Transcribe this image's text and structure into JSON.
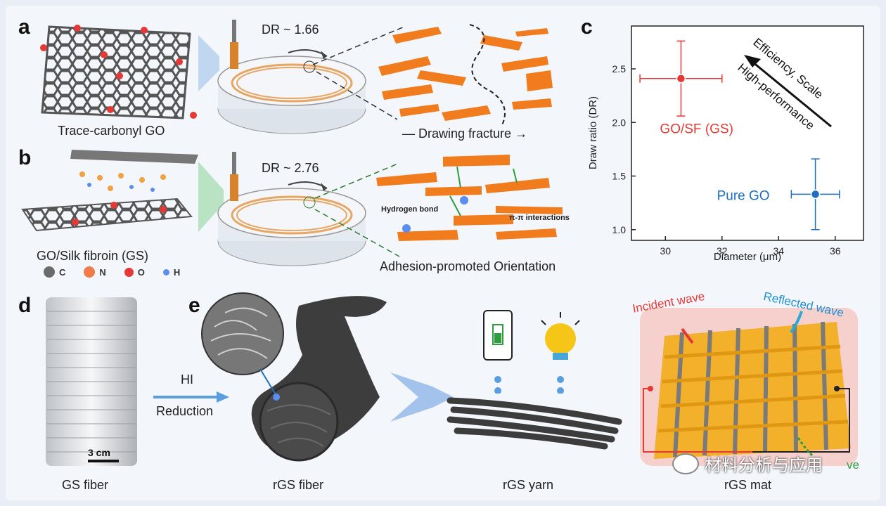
{
  "panels": {
    "a": {
      "letter": "a",
      "caption": "Trace-carbonyl GO",
      "dr_label": "DR ~ 1.66",
      "fracture_label": "Drawing fracture"
    },
    "b": {
      "letter": "b",
      "caption": "GO/Silk fibroin (GS)",
      "dr_label": "DR ~ 2.76",
      "hydrogen_bond": "Hydrogen bond",
      "pi_interactions": "π-π interactions",
      "orientation_label": "Adhesion-promoted Orientation"
    },
    "c": {
      "letter": "c"
    },
    "d": {
      "letter": "d",
      "caption": "GS fiber",
      "scale_bar": "3 cm"
    },
    "e": {
      "letter": "e",
      "arrow_top": "HI",
      "arrow_bottom": "Reduction",
      "fiber_caption": "rGS fiber",
      "yarn_caption": "rGS yarn",
      "mat_caption": "rGS mat",
      "incident_wave": "Incident wave",
      "reflected_wave": "Reflected wave",
      "partial_wave": "ve"
    }
  },
  "atom_legend": [
    {
      "symbol": "C",
      "color": "#6b6b6b"
    },
    {
      "symbol": "N",
      "color": "#f07a4a"
    },
    {
      "symbol": "O",
      "color": "#e53935"
    },
    {
      "symbol": "H",
      "color": "#5b8def"
    }
  ],
  "watermark": "材料分析与应用",
  "chart_data": {
    "type": "scatter",
    "xlabel": "Diameter (μm)",
    "ylabel": "Draw ratio (DR)",
    "xlim": [
      28.8,
      37
    ],
    "ylim": [
      0.9,
      2.9
    ],
    "xticks": [
      30,
      32,
      34,
      36
    ],
    "yticks": [
      1.0,
      1.5,
      2.0,
      2.5
    ],
    "series": [
      {
        "name": "GO/SF (GS)",
        "color": "#e53935",
        "x": 30.55,
        "y": 2.41,
        "x_err": 1.45,
        "y_err": 0.35
      },
      {
        "name": "Pure GO",
        "color": "#1e6fc0",
        "x": 35.3,
        "y": 1.33,
        "x_err": 0.85,
        "y_err": 0.33
      }
    ],
    "annotation_top": "Efficiency, Scale",
    "annotation_bottom": "High-performance"
  }
}
